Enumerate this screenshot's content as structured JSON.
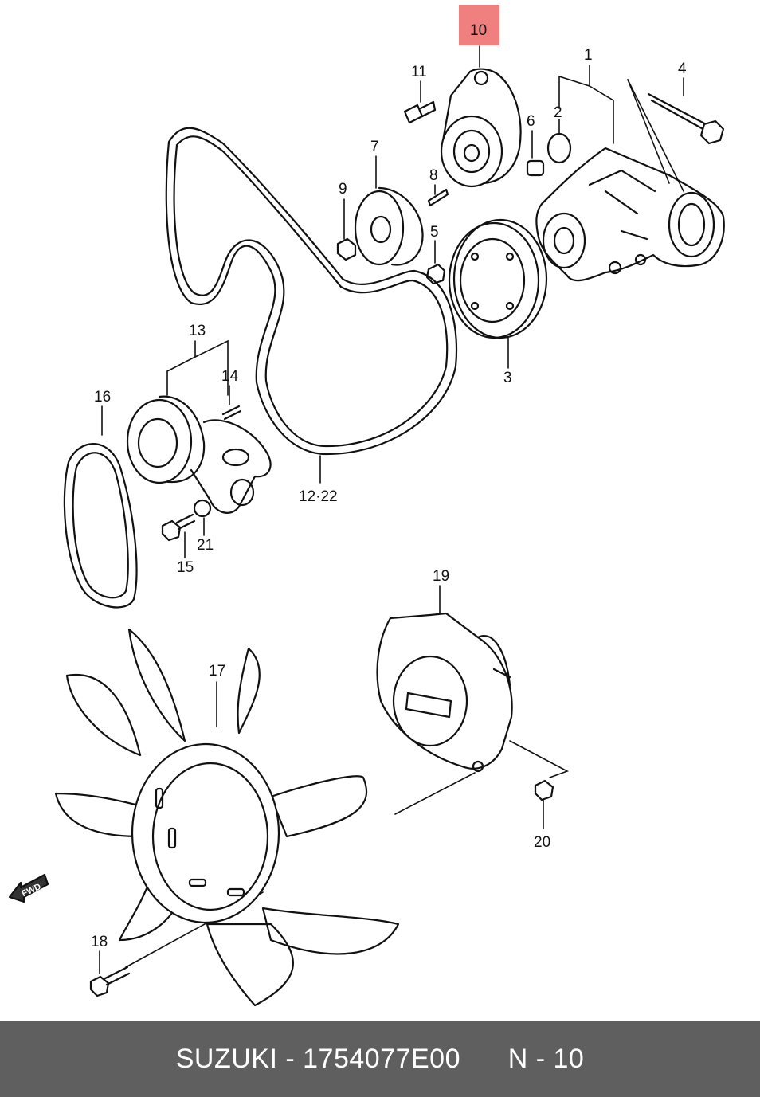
{
  "highlight_color": "#f08080",
  "footer": {
    "brand": "SUZUKI",
    "sep1": " - ",
    "part_number": "1754077E00",
    "gap": "      ",
    "ref": "N - 10"
  },
  "callouts": {
    "c1": "1",
    "c2": "2",
    "c3": "3",
    "c4": "4",
    "c5": "5",
    "c6": "6",
    "c7": "7",
    "c8": "8",
    "c9": "9",
    "c10": "10",
    "c11": "11",
    "c12": "12·22",
    "c13": "13",
    "c14": "14",
    "c15": "15",
    "c16": "16",
    "c17": "17",
    "c18": "18",
    "c19": "19",
    "c20": "20",
    "c21": "21"
  },
  "fwd_label": "FWD"
}
